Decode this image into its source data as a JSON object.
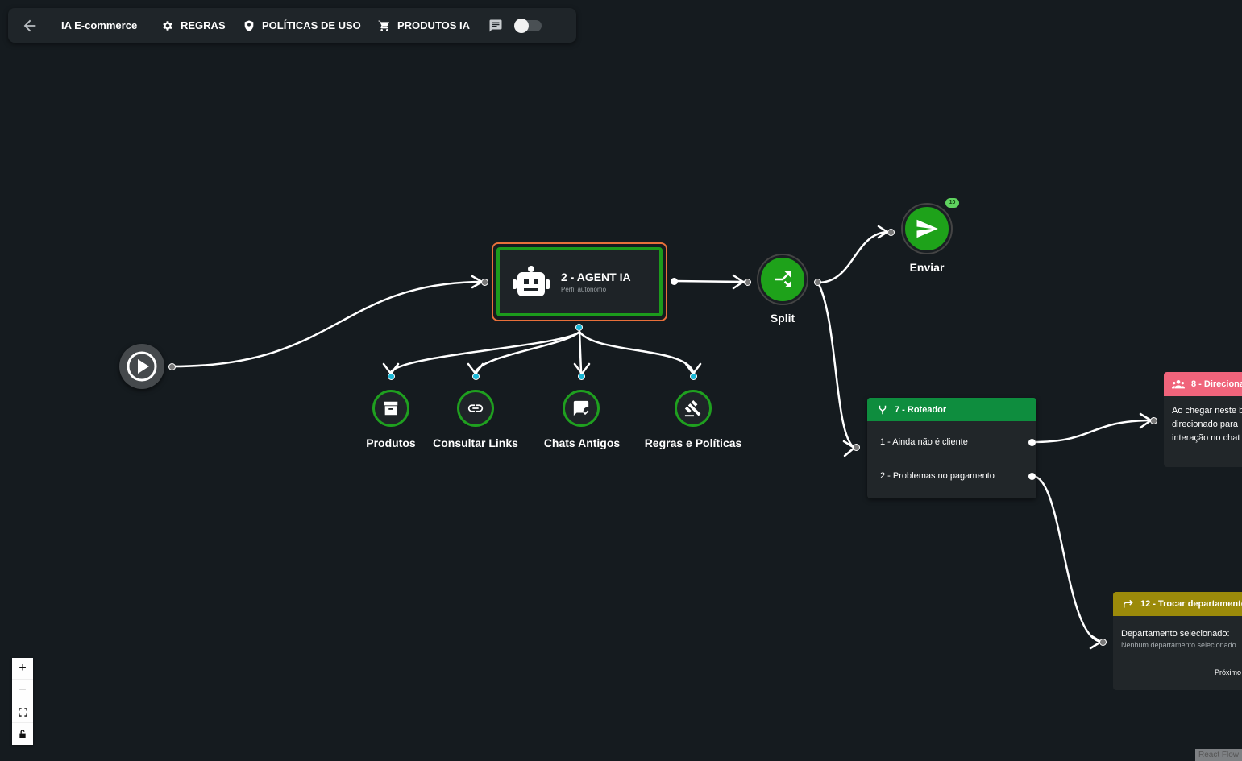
{
  "toolbar": {
    "back_icon": "arrow-left-icon",
    "title": "IA E-commerce",
    "rules_label": "REGRAS",
    "policies_label": "POLÍTICAS DE USO",
    "products_label": "PRODUTOS IA",
    "chat_icon": "chat-icon",
    "toggle_state": "off"
  },
  "nodes": {
    "agent": {
      "title": "2 - AGENT IA",
      "subtitle": "Perfil autônomo",
      "icon": "robot-icon"
    },
    "tools": [
      {
        "label": "Produtos",
        "icon": "archive-icon"
      },
      {
        "label": "Consultar Links",
        "icon": "link-icon"
      },
      {
        "label": "Chats Antigos",
        "icon": "chat-check-icon"
      },
      {
        "label": "Regras e Políticas",
        "icon": "gavel-icon"
      }
    ],
    "split": {
      "label": "Split",
      "icon": "split-icon"
    },
    "send": {
      "label": "Enviar",
      "badge": "10",
      "icon": "send-icon"
    },
    "router": {
      "title": "7 - Roteador",
      "items": [
        "1 - Ainda não é cliente",
        "2 - Problemas no pagamento"
      ]
    },
    "direct": {
      "title": "8 - Direciona",
      "lines": [
        "Ao chegar neste b",
        "direcionado para",
        "interação no chat"
      ]
    },
    "department": {
      "title": "12 - Trocar departamento",
      "label": "Departamento selecionado:",
      "value": "Nenhum departamento selecionado",
      "next": "Próximo"
    }
  },
  "controls": {
    "zoom_in": "+",
    "zoom_out": "−"
  },
  "attribution": "React Flow",
  "colors": {
    "background": "#151b1f",
    "accent_green": "#1fa01f",
    "agent_border": "#e8703a",
    "router_header": "#0e8d3e",
    "direct_header": "#f0647b",
    "department_header": "#9b8a0a"
  }
}
